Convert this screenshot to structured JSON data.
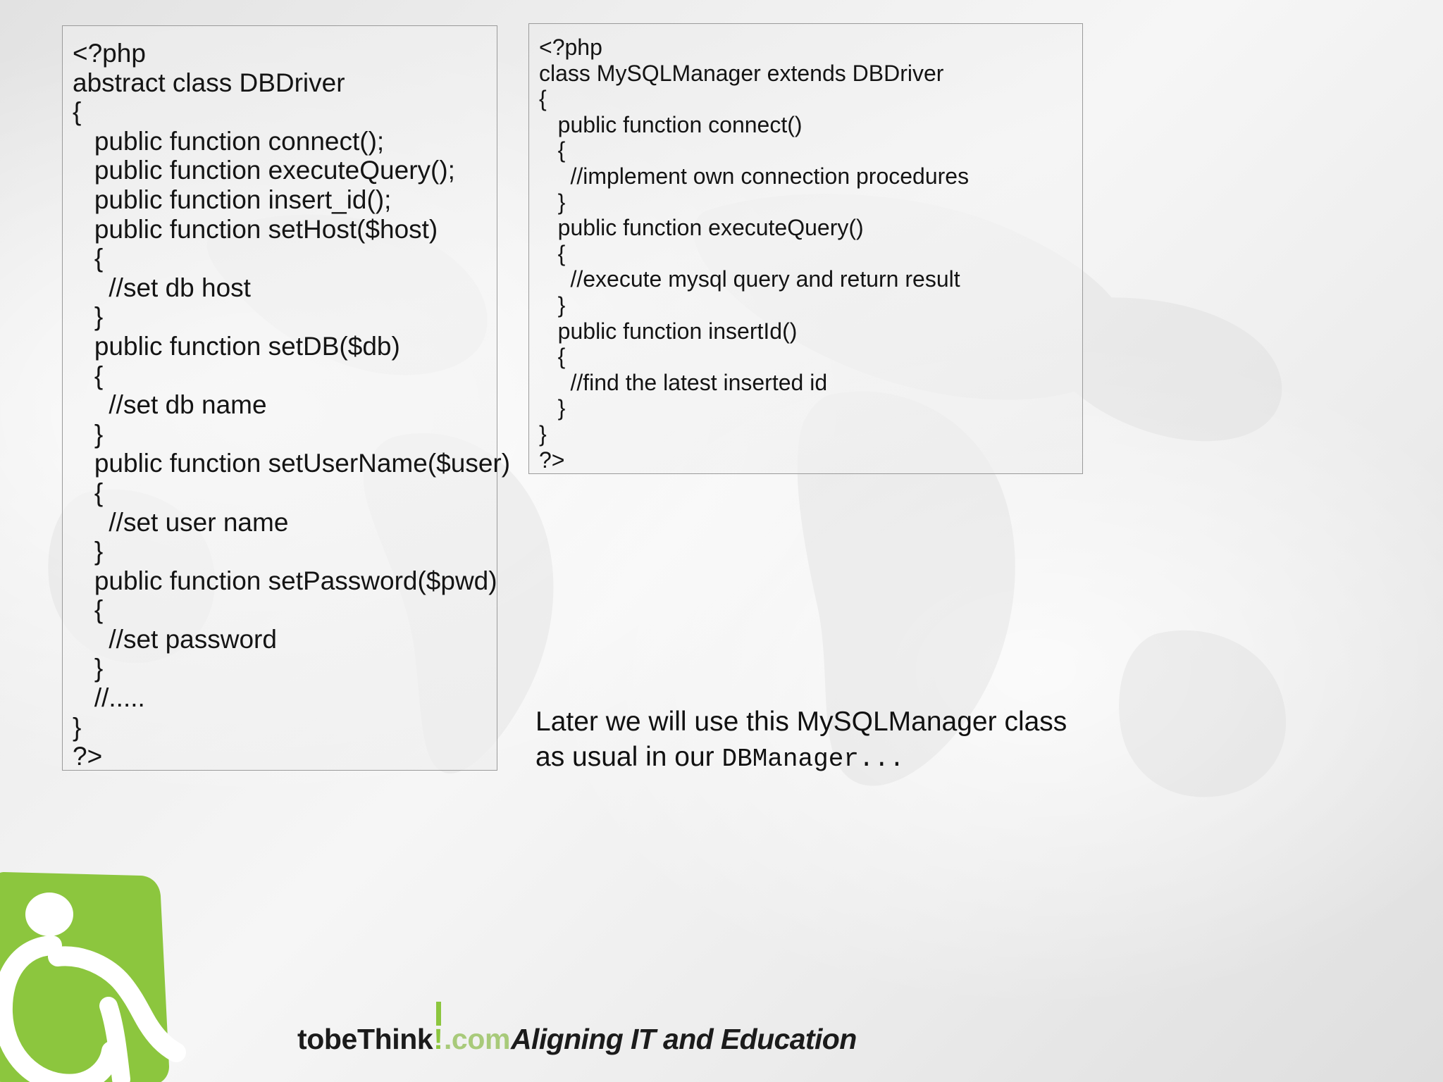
{
  "slide": {
    "background_color": "#ececec",
    "accent_green": "#8cc63e"
  },
  "left_code_block": {
    "name": "abstract-dbdriver-code",
    "lines": [
      "<?php",
      "abstract class DBDriver",
      "{",
      "   public function connect();",
      "   public function executeQuery();",
      "   public function insert_id();",
      "   public function setHost($host)",
      "   {",
      "     //set db host",
      "   }",
      "   public function setDB($db)",
      "   {",
      "     //set db name",
      "   }",
      "   public function setUserName($user)",
      "   {",
      "     //set user name",
      "   }",
      "   public function setPassword($pwd)",
      "   {",
      "     //set password",
      "   }",
      "   //.....",
      "}",
      "?>"
    ]
  },
  "right_code_block": {
    "name": "mysqlmanager-code",
    "lines": [
      "<?php",
      "class MySQLManager extends DBDriver",
      "{",
      "   public function connect()",
      "   {",
      "     //implement own connection procedures",
      "   }",
      "   public function executeQuery()",
      "   {",
      "     //execute mysql query and return result",
      "   }",
      "   public function insertId()",
      "   {",
      "     //find the latest inserted id",
      "   }",
      "}",
      "?>"
    ]
  },
  "note": {
    "text_before": "Later we will use this MySQLManager class as usual in our ",
    "mono_text": "DBManager...",
    "line1": "Later we will use this MySQLManager class",
    "line2_prefix": "as usual in our ",
    "line2_mono": "DBManager..."
  },
  "footer": {
    "brand_main": "tobeThink",
    "brand_bang": "!",
    "brand_com": ".com",
    "tagline": "Aligning IT and Education"
  },
  "logo": {
    "name": "tobethink-thinker-logo",
    "background_color": "#8cc63e",
    "figure_color": "#ffffff"
  }
}
